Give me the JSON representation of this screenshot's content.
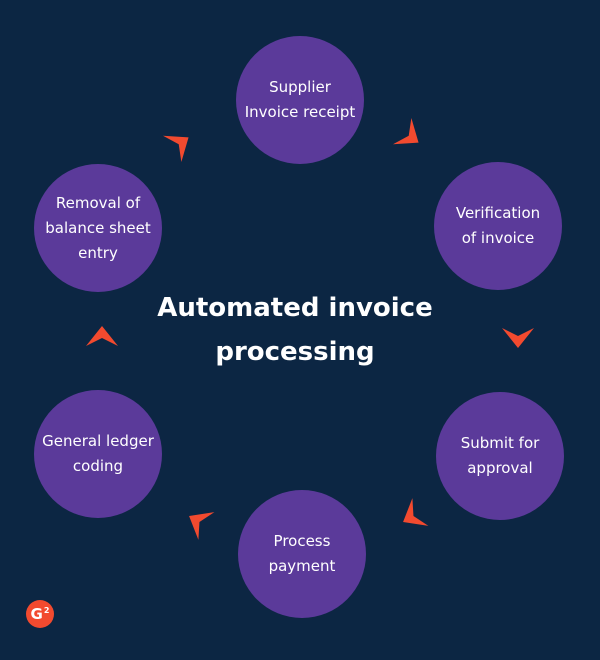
{
  "diagram": {
    "title_line1": "Automated invoice",
    "title_line2": "processing",
    "steps": [
      {
        "line1": "Supplier",
        "line2": "Invoice receipt",
        "line3": ""
      },
      {
        "line1": "Verification",
        "line2": "of invoice",
        "line3": ""
      },
      {
        "line1": "Submit for",
        "line2": "approval",
        "line3": ""
      },
      {
        "line1": "Process",
        "line2": "payment",
        "line3": ""
      },
      {
        "line1": "General ledger",
        "line2": "coding",
        "line3": ""
      },
      {
        "line1": "Removal of",
        "line2": "balance sheet",
        "line3": "entry"
      }
    ]
  },
  "colors": {
    "background": "#0c2643",
    "node_fill": "#5b3a9a",
    "arrow": "#f24a2f",
    "text": "#ffffff"
  },
  "logo": {
    "icon": "g2-logo-icon",
    "text": "G",
    "superscript": "2"
  }
}
